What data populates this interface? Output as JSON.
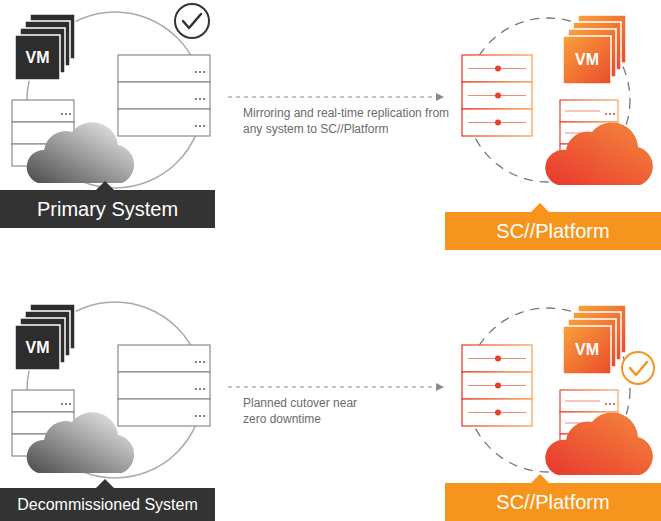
{
  "diagram": {
    "nodes": [
      {
        "text": [
          "Primary System"
        ]
      },
      {
        "text": [
          "SC//Platform"
        ]
      },
      {
        "text": [
          "Decommissioned System"
        ]
      },
      {
        "text": [
          "SC//Platform"
        ]
      }
    ],
    "labels": [
      "VM",
      "Mirroring and real-time replication from any system to SC//Platform",
      "VM",
      "VM",
      "Planned cutover near zero downtime",
      "VM"
    ]
  }
}
